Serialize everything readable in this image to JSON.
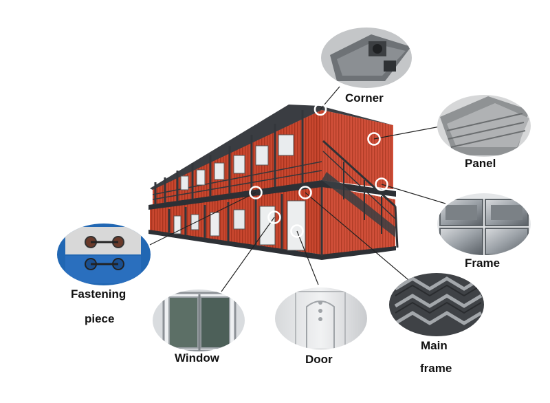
{
  "title": "",
  "components": {
    "corner": "Corner",
    "panel": "Panel",
    "frame": "Frame",
    "main_frame_line1": "Main",
    "main_frame_line2": "frame",
    "door": "Door",
    "window": "Window",
    "fastening_line1": "Fastening",
    "fastening_line2": "piece"
  },
  "colors": {
    "container_red": "#c8452e",
    "steel_dark": "#3a3d42",
    "marker": "#ffffff",
    "leader_line": "#222222"
  },
  "icons": {
    "corner": "corner-fitting-icon",
    "panel": "sandwich-panel-icon",
    "frame": "steel-tube-icon",
    "main_frame": "main-frame-beam-icon",
    "door": "steel-door-icon",
    "window": "sliding-window-icon",
    "fastening": "bolt-fastener-icon"
  }
}
